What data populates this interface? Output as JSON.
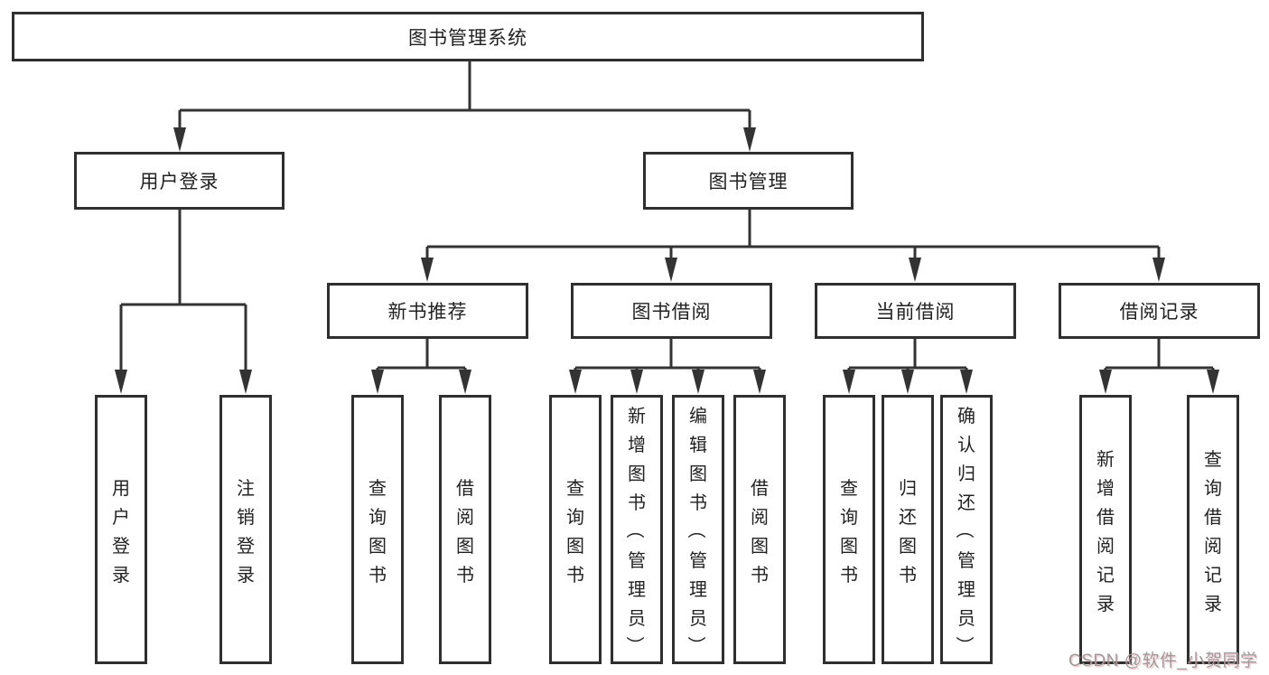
{
  "diagram": {
    "root": {
      "label": "图书管理系统"
    },
    "branches": {
      "user_login": {
        "label": "用户登录",
        "children": [
          "用户登录",
          "注销登录"
        ]
      },
      "book_mgmt": {
        "label": "图书管理",
        "children": {
          "new_book": {
            "label": "新书推荐",
            "children": [
              "查询图书",
              "借阅图书"
            ]
          },
          "borrow": {
            "label": "图书借阅",
            "children": [
              "查询图书",
              "新增图书（管理员）",
              "编辑图书（管理员）",
              "借阅图书"
            ]
          },
          "current": {
            "label": "当前借阅",
            "children": [
              "查询图书",
              "归还图书",
              "确认归还（管理员）"
            ]
          },
          "records": {
            "label": "借阅记录",
            "children": [
              "新增借阅记录",
              "查询借阅记录"
            ]
          }
        }
      }
    }
  },
  "watermark": {
    "text": "CSDN @软件_小贺同学"
  },
  "colors": {
    "line": "#333333",
    "box_border": "#2f2f2f",
    "text": "#222222",
    "background": "#ffffff",
    "watermark": "#9b9b9b",
    "watermark_accent": "#e7798a"
  }
}
